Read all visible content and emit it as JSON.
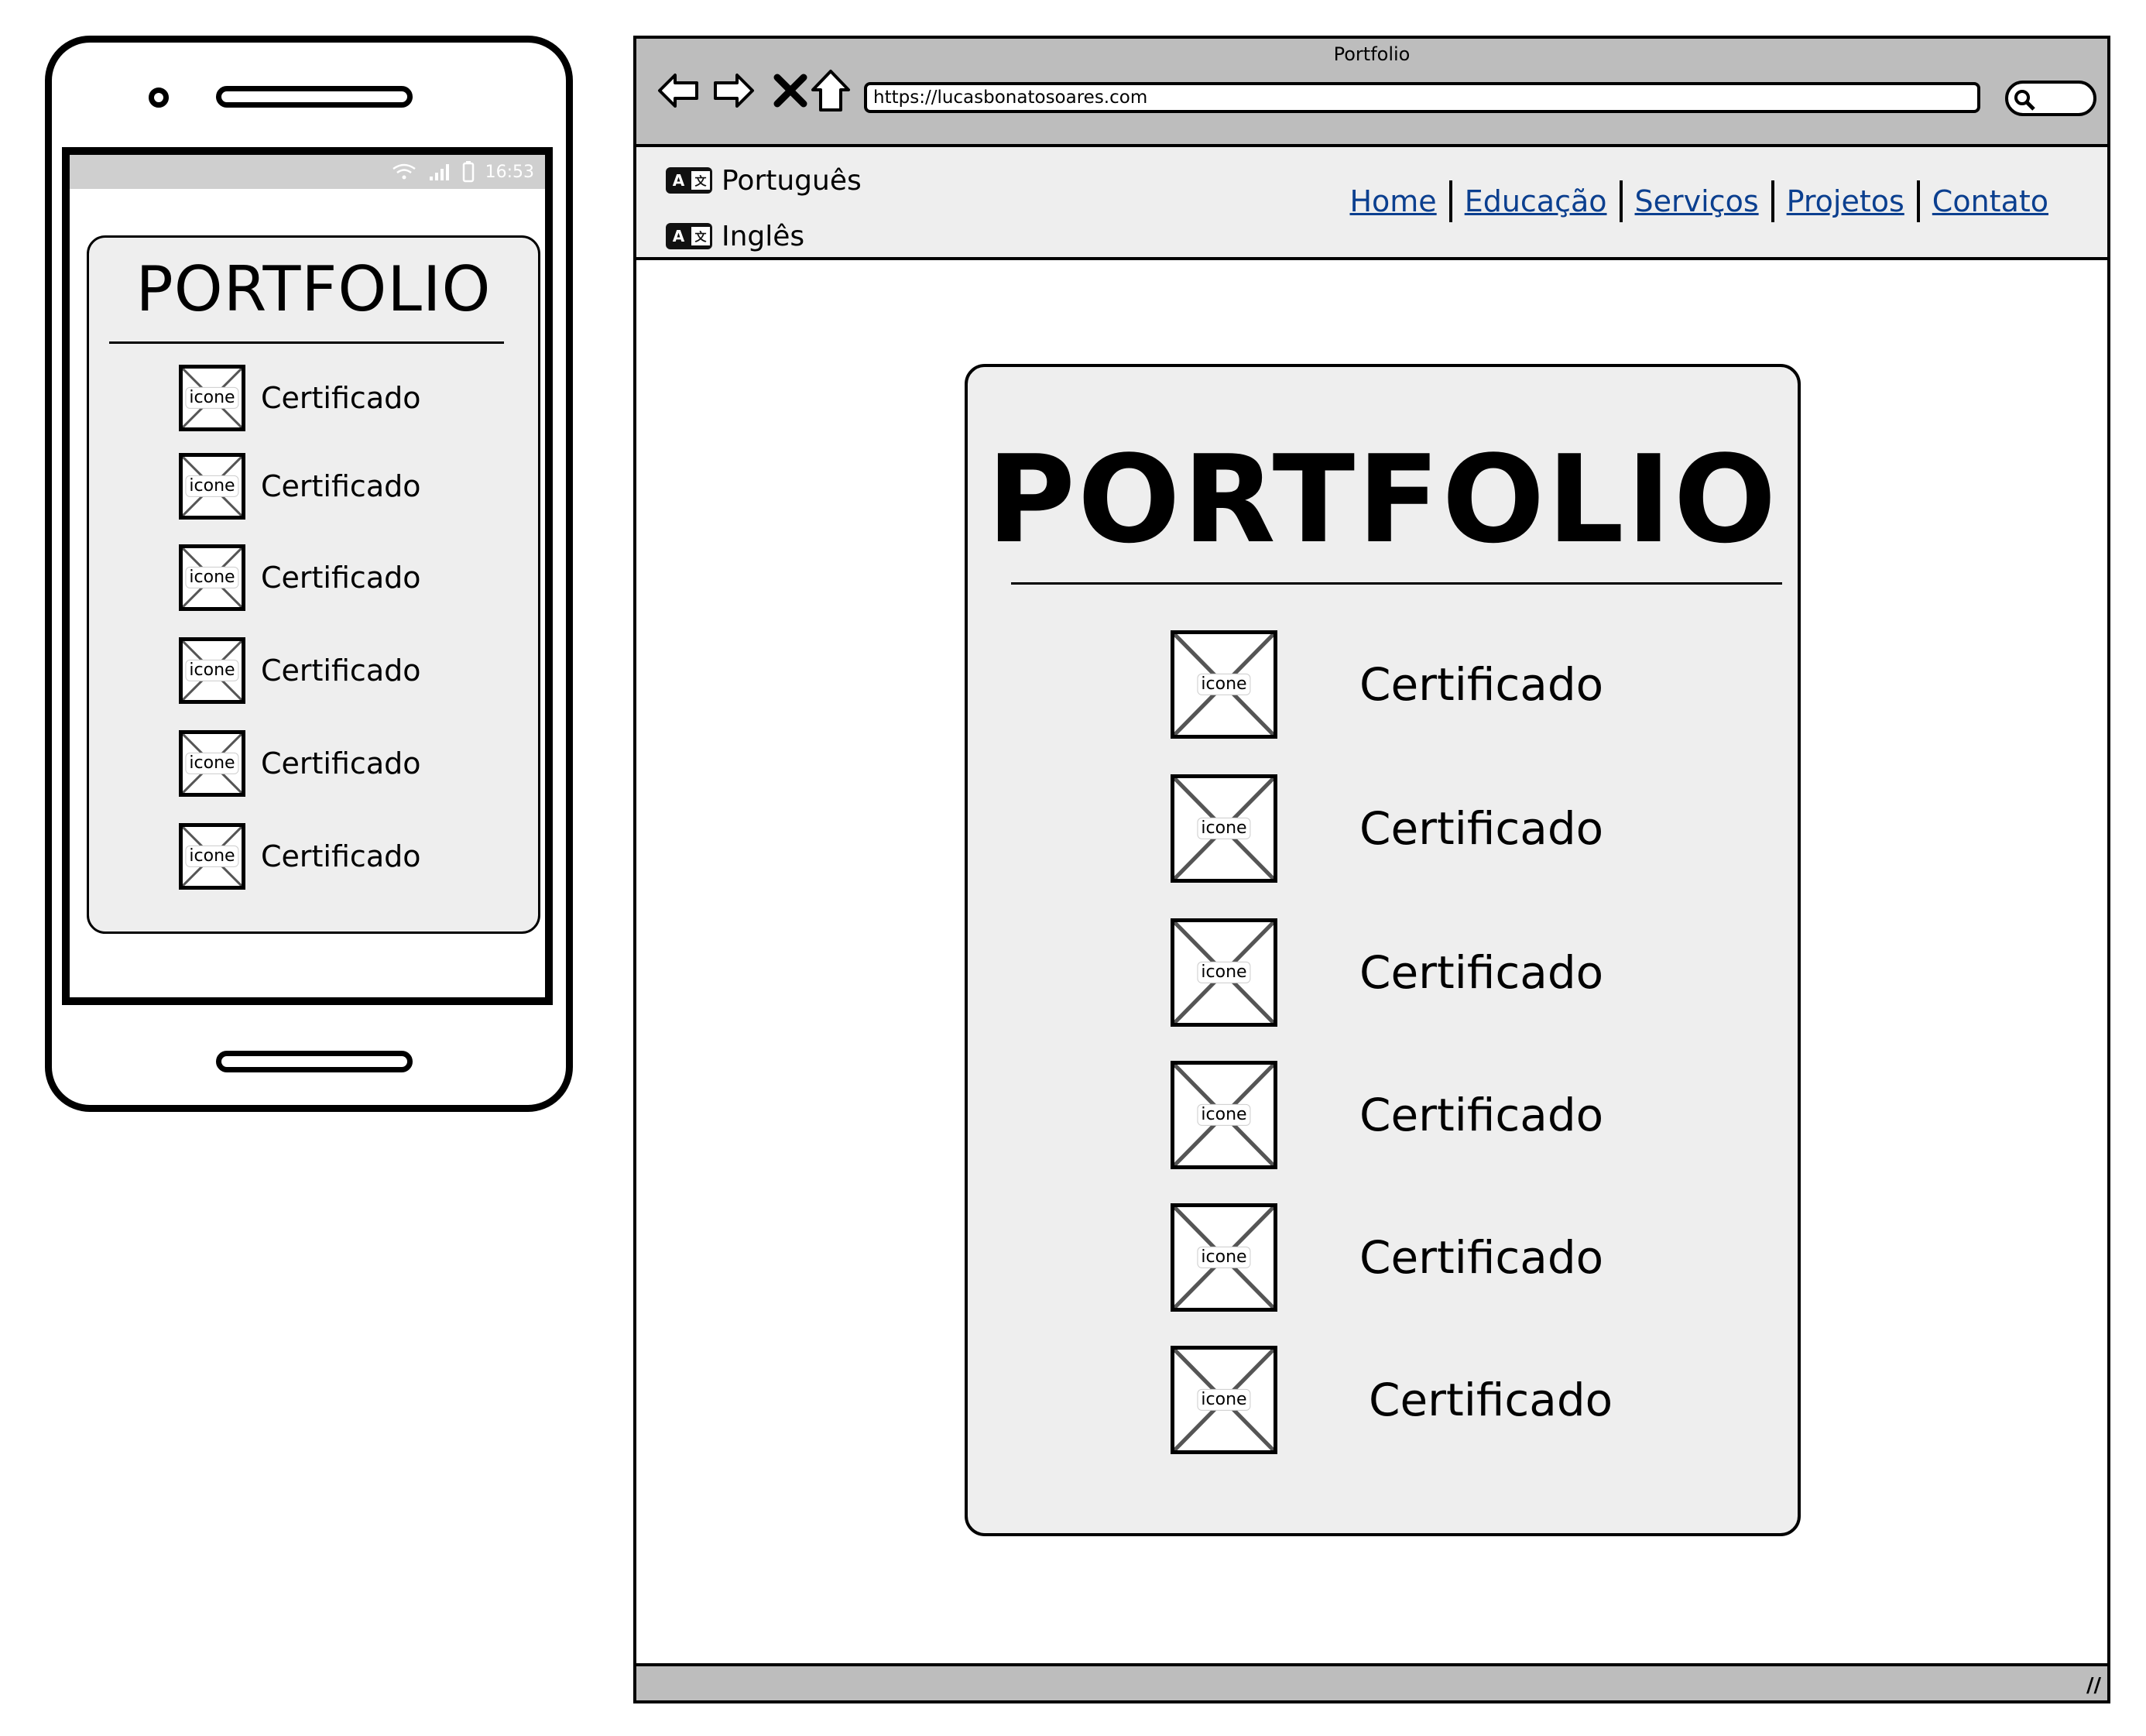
{
  "mobile": {
    "status": {
      "time": "16:53",
      "wifi_icon": "wifi-icon",
      "signal_icon": "signal-icon",
      "battery_icon": "battery-icon"
    },
    "title": "PORTFOLIO",
    "items": [
      {
        "icon_label": "icone",
        "label": "Certificado"
      },
      {
        "icon_label": "icone",
        "label": "Certificado"
      },
      {
        "icon_label": "icone",
        "label": "Certificado"
      },
      {
        "icon_label": "icone",
        "label": "Certificado"
      },
      {
        "icon_label": "icone",
        "label": "Certificado"
      },
      {
        "icon_label": "icone",
        "label": "Certificado"
      }
    ]
  },
  "browser": {
    "window_title": "Portfolio",
    "url": "https://lucasbonatosoares.com",
    "languages": [
      {
        "icon": "translate-icon",
        "label": "Português"
      },
      {
        "icon": "translate-icon",
        "label": "Inglês"
      }
    ],
    "nav": [
      "Home",
      "Educação",
      "Serviços",
      "Projetos",
      "Contato"
    ],
    "title": "PORTFOLIO",
    "items": [
      {
        "icon_label": "icone",
        "label": "Certificado"
      },
      {
        "icon_label": "icone",
        "label": "Certificado"
      },
      {
        "icon_label": "icone",
        "label": "Certificado"
      },
      {
        "icon_label": "icone",
        "label": "Certificado"
      },
      {
        "icon_label": "icone",
        "label": "Certificado"
      },
      {
        "icon_label": "icone",
        "label": "Certificado"
      }
    ]
  },
  "colors": {
    "link": "#0b3f8f",
    "card_bg": "#eeeeee",
    "chrome": "#bdbdbd"
  }
}
